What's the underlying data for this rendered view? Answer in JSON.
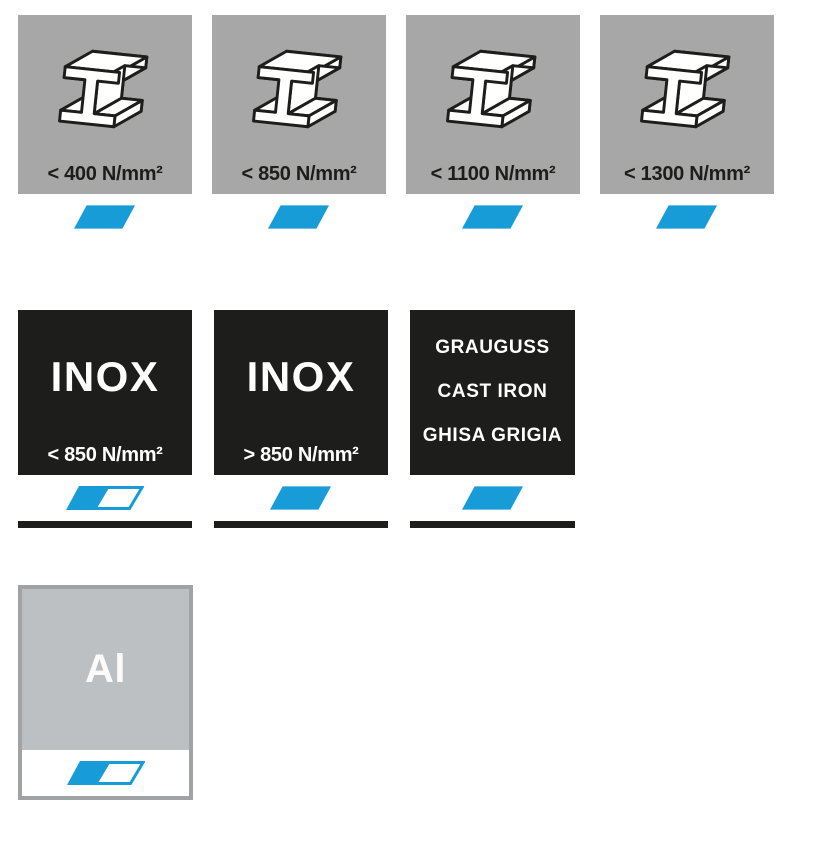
{
  "colors": {
    "blue": "#189CD8",
    "steel_gray": "#A7A7A7",
    "black": "#1D1D1B",
    "alu_gray": "#BDC0C2",
    "white": "#FFFFFF"
  },
  "tiles": {
    "steel": [
      {
        "strength": "< 400 N/mm²",
        "indicator": "solid",
        "icon": "i-beam"
      },
      {
        "strength": "< 850 N/mm²",
        "indicator": "solid",
        "icon": "i-beam"
      },
      {
        "strength": "< 1100 N/mm²",
        "indicator": "solid",
        "icon": "i-beam"
      },
      {
        "strength": "< 1300 N/mm²",
        "indicator": "solid",
        "icon": "i-beam"
      }
    ],
    "inox": [
      {
        "title": "INOX",
        "strength": "< 850 N/mm²",
        "indicator": "solid-plus-outline"
      },
      {
        "title": "INOX",
        "strength": "> 850 N/mm²",
        "indicator": "solid"
      }
    ],
    "cast_iron": {
      "lines": [
        "GRAUGUSS",
        "CAST IRON",
        "GHISA GRIGIA"
      ],
      "indicator": "solid"
    },
    "aluminum": {
      "symbol": "Al",
      "indicator": "solid-plus-outline"
    }
  }
}
